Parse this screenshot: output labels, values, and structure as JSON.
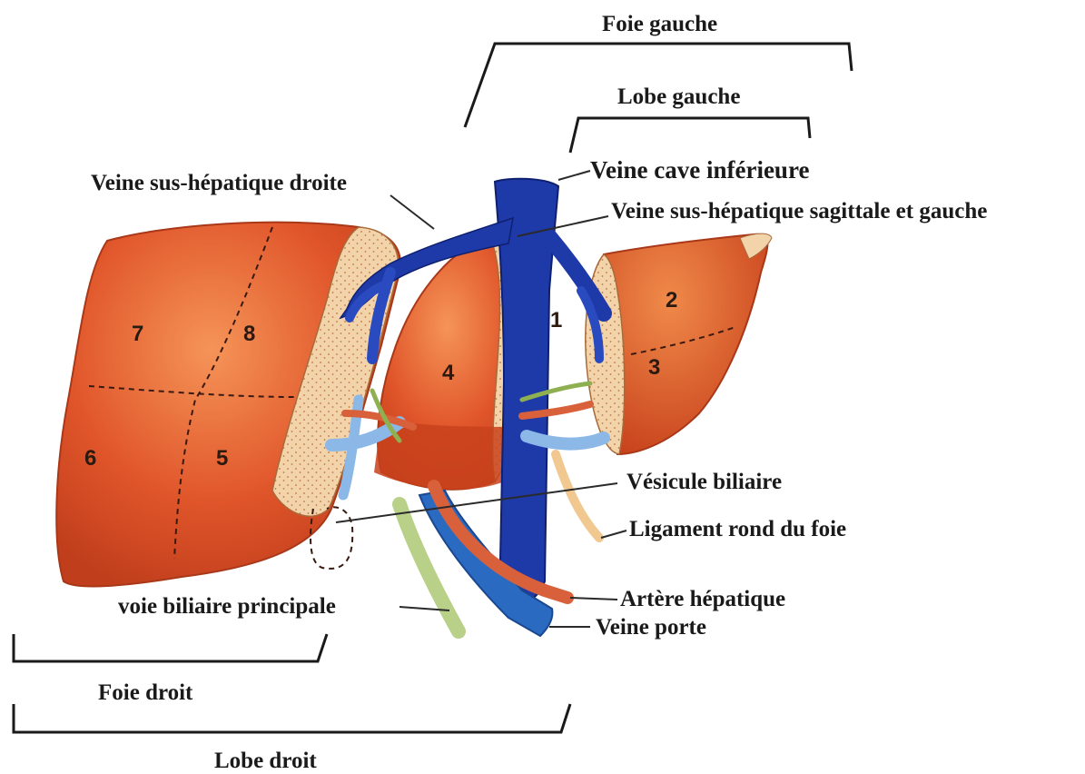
{
  "labels": {
    "foie_gauche": "Foie gauche",
    "lobe_gauche": "Lobe gauche",
    "veine_cave": "Veine cave inférieure",
    "veine_sus_hep_droite": "Veine sus-hépatique droite",
    "veine_sus_hep_sagittale": "Veine sus-hépatique sagittale et gauche",
    "vesicule": "Vésicule biliaire",
    "ligament": "Ligament rond du foie",
    "voie_biliaire": "voie biliaire principale",
    "artere": "Artère hépatique",
    "veine_porte": "Veine porte",
    "foie_droit": "Foie droit",
    "lobe_droit": "Lobe droit"
  },
  "segments": {
    "s1": "1",
    "s2": "2",
    "s3": "3",
    "s4": "4",
    "s5": "5",
    "s6": "6",
    "s7": "7",
    "s8": "8"
  },
  "colors": {
    "liver": "#e0552a",
    "liver_light": "#f08a4a",
    "liver_dark": "#b83a1a",
    "cut_surface": "#f2d2a6",
    "vein_blue": "#1e3aa8",
    "portal_blue": "#2a6ac0",
    "artery_red": "#d8603a",
    "bile_green": "#b8d088",
    "ligament": "#f0c890",
    "text": "#1a1a1a"
  }
}
